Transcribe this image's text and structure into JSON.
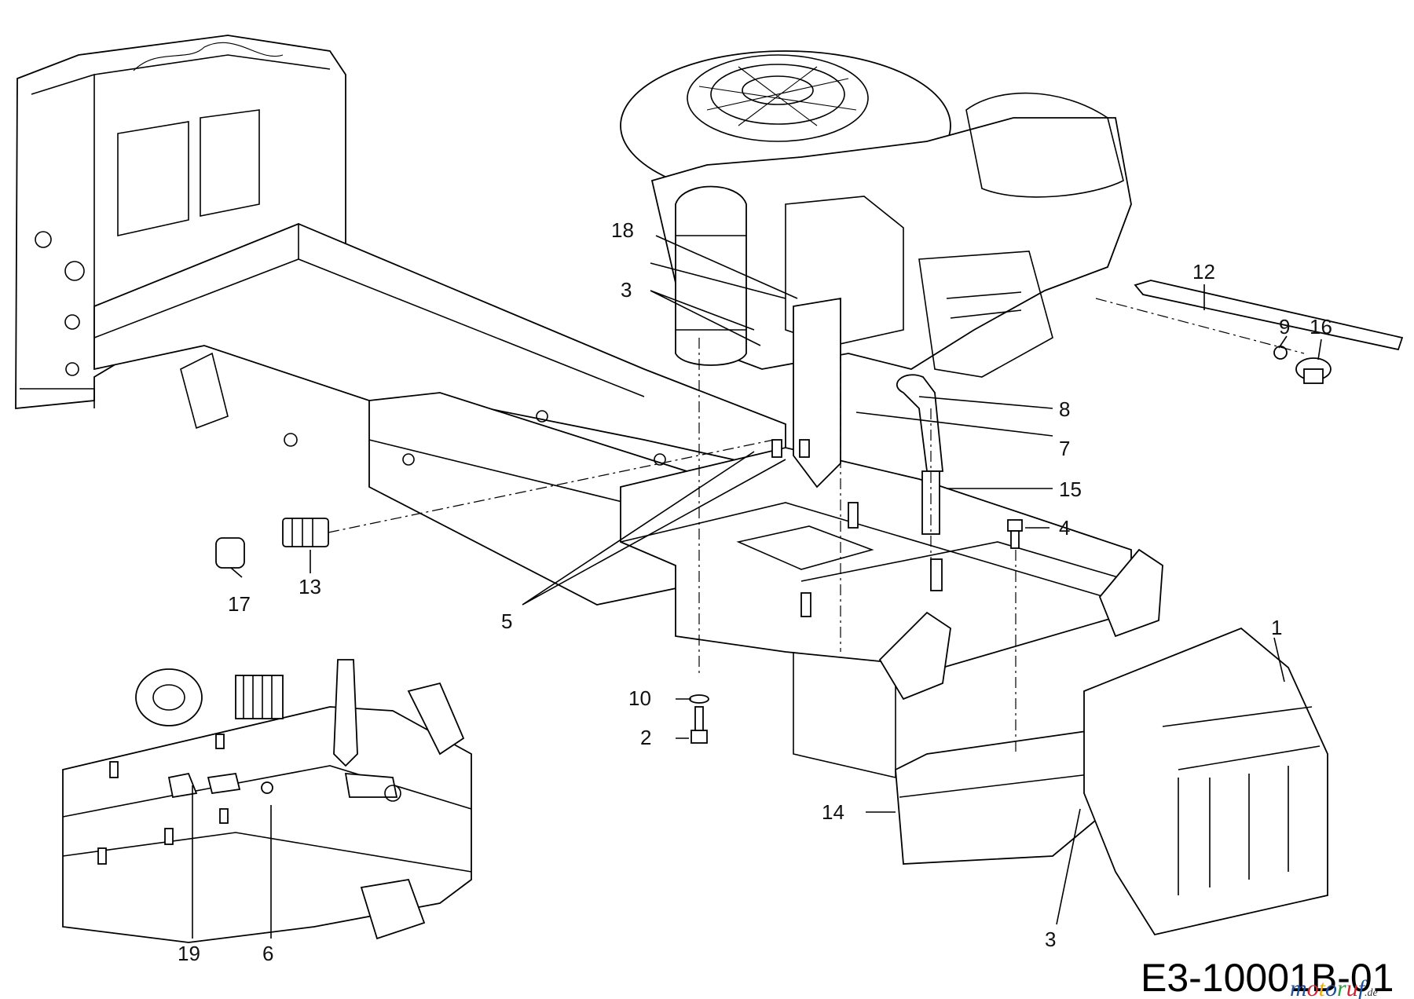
{
  "drawing_code": "E3-10001B-01",
  "watermark": {
    "text": "motoruf",
    "suffix": ".de",
    "colors": [
      "#1f4e9e",
      "#d4202a",
      "#f2a900",
      "#1f4e9e",
      "#2e9d3a",
      "#d4202a",
      "#1f4e9e"
    ]
  },
  "callouts": [
    {
      "id": "1",
      "label": "1"
    },
    {
      "id": "2",
      "label": "2"
    },
    {
      "id": "3a",
      "label": "3"
    },
    {
      "id": "3b",
      "label": "3"
    },
    {
      "id": "4",
      "label": "4"
    },
    {
      "id": "5",
      "label": "5"
    },
    {
      "id": "6",
      "label": "6"
    },
    {
      "id": "7",
      "label": "7"
    },
    {
      "id": "8",
      "label": "8"
    },
    {
      "id": "9",
      "label": "9"
    },
    {
      "id": "10",
      "label": "10"
    },
    {
      "id": "12",
      "label": "12"
    },
    {
      "id": "13",
      "label": "13"
    },
    {
      "id": "14",
      "label": "14"
    },
    {
      "id": "15",
      "label": "15"
    },
    {
      "id": "16",
      "label": "16"
    },
    {
      "id": "17",
      "label": "17"
    },
    {
      "id": "18",
      "label": "18"
    },
    {
      "id": "19",
      "label": "19"
    }
  ]
}
